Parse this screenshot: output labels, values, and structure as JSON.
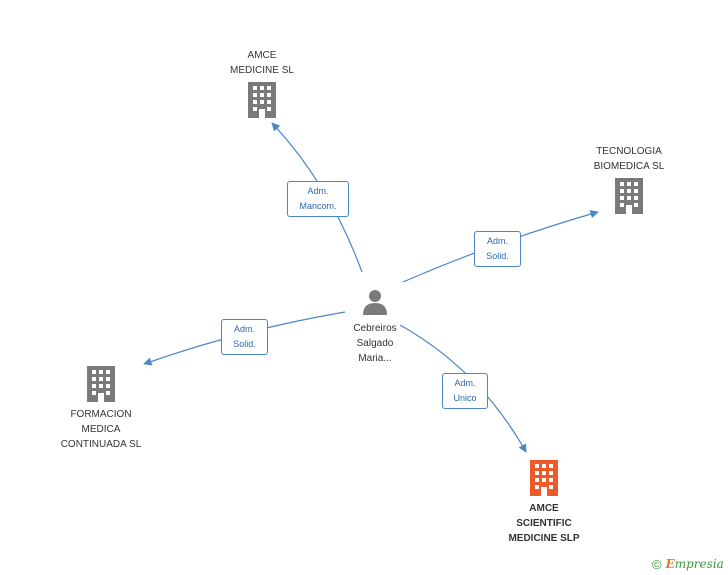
{
  "colors": {
    "edge": "#4a86c8",
    "company": "#7a7a7a",
    "company_highlight": "#ee5a2a",
    "person": "#7a7a7a",
    "brand": "#3a9a3a"
  },
  "center": {
    "icon": "person-icon",
    "label": "Cebreiros\nSalgado\nMaria..."
  },
  "companies": [
    {
      "id": "amce_medicine",
      "label": "AMCE\nMEDICINE SL",
      "icon": "building-icon",
      "highlight": false
    },
    {
      "id": "tecnologia",
      "label": "TECNOLOGIA\nBIOMEDICA SL",
      "icon": "building-icon",
      "highlight": false
    },
    {
      "id": "formacion",
      "label": "FORMACION\nMEDICA\nCONTINUADA SL",
      "icon": "building-icon",
      "highlight": false
    },
    {
      "id": "amce_scientific",
      "label": "AMCE\nSCIENTIFIC\nMEDICINE SLP",
      "icon": "building-icon",
      "highlight": true
    }
  ],
  "edges": [
    {
      "to": "amce_medicine",
      "label": "Adm.\nMancom."
    },
    {
      "to": "tecnologia",
      "label": "Adm.\nSolid."
    },
    {
      "to": "formacion",
      "label": "Adm.\nSolid."
    },
    {
      "to": "amce_scientific",
      "label": "Adm.\nUnico"
    }
  ],
  "footer": {
    "copyright": "©",
    "brand_initial": "E",
    "brand_rest": "mpresia"
  }
}
